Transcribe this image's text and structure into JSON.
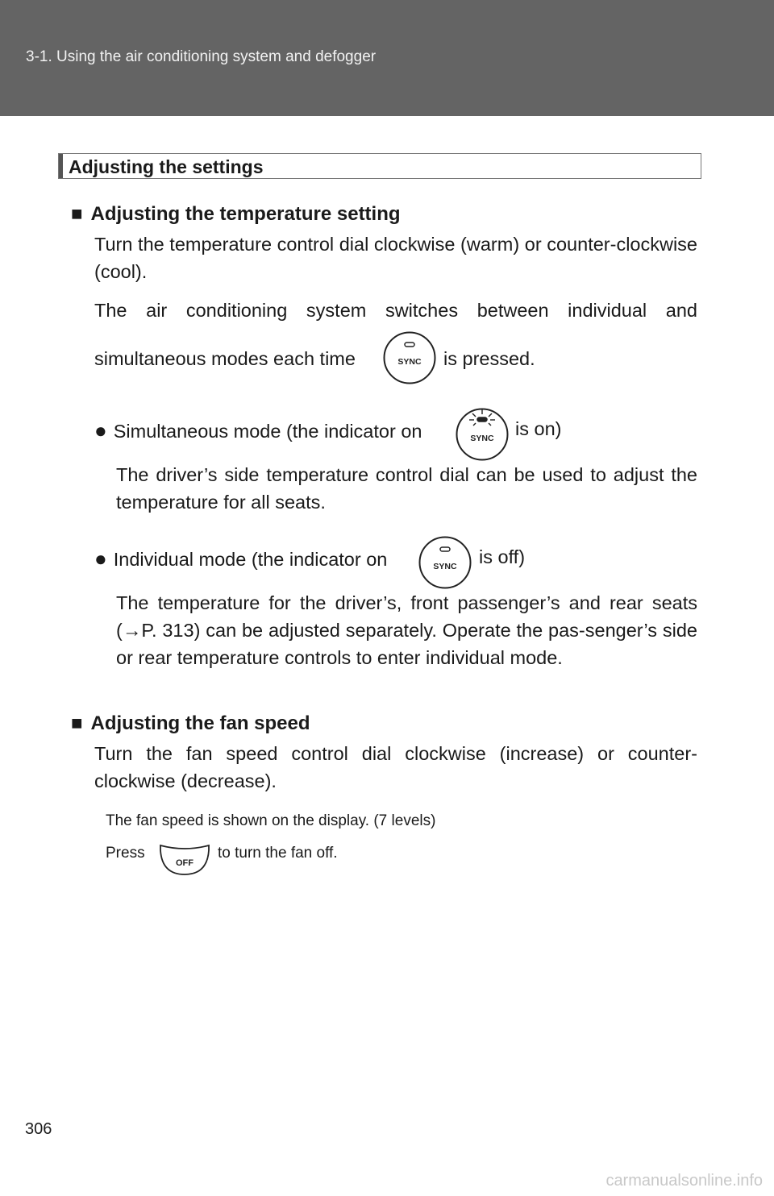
{
  "header": {
    "title": "3-1. Using the air conditioning system and defogger"
  },
  "section": {
    "title": "Adjusting the settings"
  },
  "temp": {
    "marker": "■",
    "heading": "Adjusting the temperature setting",
    "para1": "Turn the temperature control dial clockwise (warm) or counter-clockwise (cool).",
    "para2_line1": "The air conditioning system switches between individual and",
    "para2_before": "simultaneous modes each time",
    "para2_after": "is pressed.",
    "simul_bullet": "●",
    "simul_before": "Simultaneous mode (the indicator on",
    "simul_after": "is on)",
    "simul_desc": "The driver’s side temperature control dial can be used to adjust the temperature for all seats.",
    "indiv_bullet": "●",
    "indiv_before": "Individual mode (the indicator on",
    "indiv_after": "is off)",
    "indiv_desc": "The temperature for the driver’s, front passenger’s and rear seats (→P. 313) can be adjusted separately. Operate the pas-senger’s side or rear temperature controls to enter individual mode."
  },
  "fan": {
    "marker": "■",
    "heading": "Adjusting the fan speed",
    "para1": "Turn the fan speed control dial clockwise (increase) or counter-clockwise (decrease).",
    "note1": "The fan speed is shown on the display. (7 levels)",
    "note2_before": "Press",
    "note2_after": "to turn the fan off."
  },
  "icons": {
    "sync_label": "SYNC",
    "off_label": "OFF",
    "sync_icon": "sync-button-icon",
    "off_icon": "off-button-icon"
  },
  "page": {
    "number": "306"
  },
  "watermark": "carmanualsonline.info"
}
